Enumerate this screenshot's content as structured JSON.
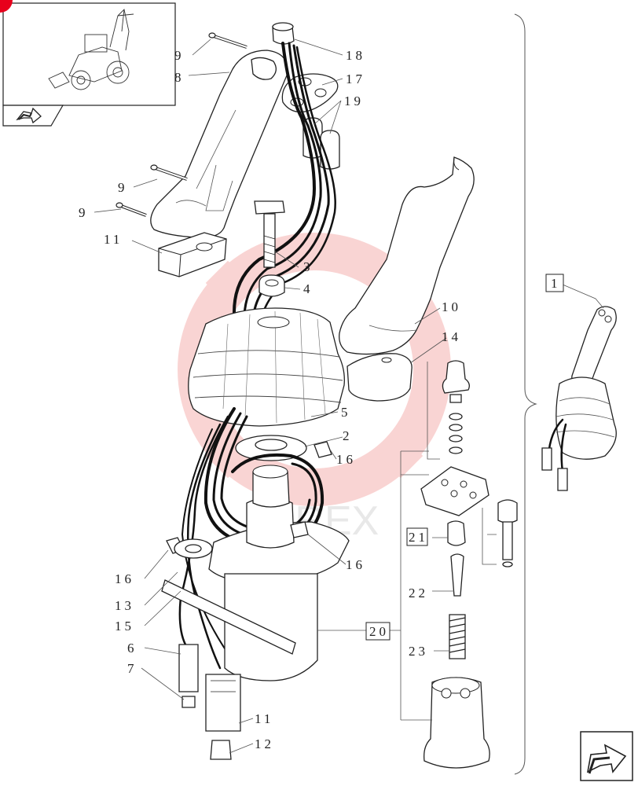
{
  "watermark": {
    "text": "MIREX",
    "color": "#e8403a"
  },
  "colors": {
    "line": "#222222",
    "background": "#ffffff",
    "accent": "#e8001c"
  },
  "thumbnail": {
    "icon": "backhoe-loader-thumbnail",
    "nav_icon": "arrow-nav-icon"
  },
  "next_page_icon": "next-page-arrow-icon",
  "labels": {
    "p1": "1",
    "p2": "2",
    "p3": "3",
    "p4": "4",
    "p5": "5",
    "p6": "6",
    "p7": "7",
    "p8": "8",
    "p9a": "9",
    "p9b": "9",
    "p9c": "9",
    "p10": "10",
    "p11": "11",
    "p11b": "11",
    "p12": "12",
    "p13": "13",
    "p14": "14",
    "p15": "15",
    "p16a": "16",
    "p16b": "16",
    "p16c": "16",
    "p17": "17",
    "p18": "18",
    "p19": "19",
    "p20": "20",
    "p21": "21",
    "p22": "22",
    "p23": "23"
  }
}
